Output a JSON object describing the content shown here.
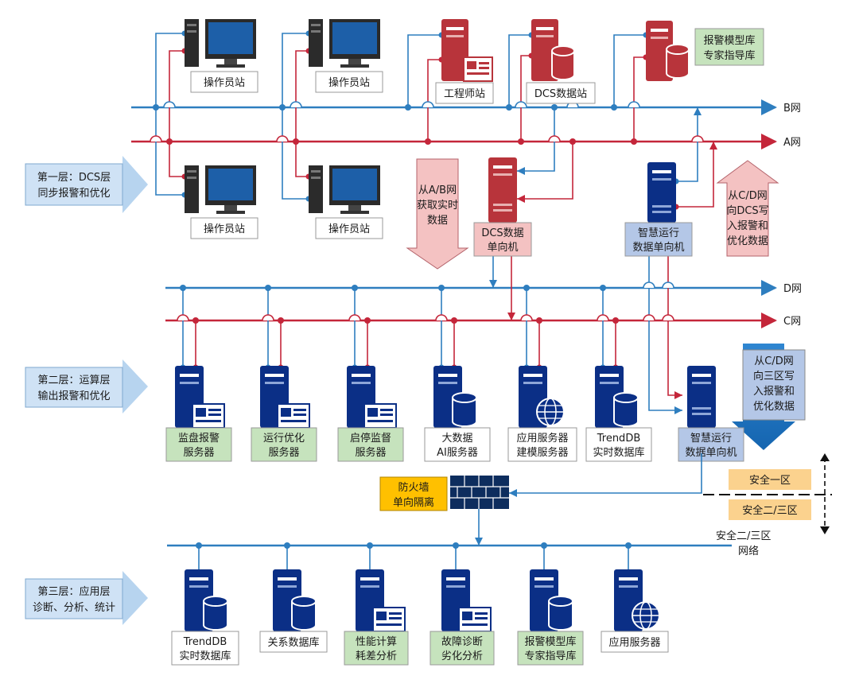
{
  "colors": {
    "b_net": "#2e7ebf",
    "a_net": "#c4263a",
    "server_dark": "#0b2f86",
    "server_red": "#b8343b",
    "label_green_bg": "#c6e3bd",
    "label_blue_bg": "#b4c7e7",
    "label_pink_bg": "#f4c2c2",
    "label_gold_bg": "#ffc000",
    "zone_bg": "#fbd28e",
    "layer_bg": "#b7d4ef"
  },
  "networks": {
    "b": "B网",
    "a": "A网",
    "d": "D网",
    "c": "C网",
    "safety_net_line1": "安全二/三区",
    "safety_net_line2": "网络"
  },
  "layers": {
    "layer1": {
      "line1": "第一层：DCS层",
      "line2": "同步报警和优化"
    },
    "layer2": {
      "line1": "第二层：运算层",
      "line2": "输出报警和优化"
    },
    "layer3": {
      "line1": "第三层：应用层",
      "line2": "诊断、分析、统计"
    }
  },
  "top": {
    "operator_station": "操作员站",
    "engineer_station": "工程师站",
    "dcs_data_station": "DCS数据站",
    "alarm_lib_line1": "报警模型库",
    "alarm_lib_line2": "专家指导库",
    "dcs_oneway_line1": "DCS数据",
    "dcs_oneway_line2": "单向机",
    "smart_oneway_line1": "智慧运行",
    "smart_oneway_line2": "数据单向机"
  },
  "arrows": {
    "from_ab": [
      "从A/B网",
      "获取实时",
      "数据"
    ],
    "from_cd_to_dcs": [
      "从C/D网",
      "向DCS写",
      "入报警和",
      "优化数据"
    ],
    "from_cd_to_zone3": [
      "从C/D网",
      "向三区写",
      "入报警和",
      "优化数据"
    ]
  },
  "layer2_servers": [
    {
      "line1": "监盘报警",
      "line2": "服务器"
    },
    {
      "line1": "运行优化",
      "line2": "服务器"
    },
    {
      "line1": "启停监督",
      "line2": "服务器"
    },
    {
      "line1": "大数据",
      "line2": "AI服务器"
    },
    {
      "line1": "应用服务器",
      "line2": "建模服务器"
    },
    {
      "line1": "TrendDB",
      "line2": "实时数据库"
    },
    {
      "line1": "智慧运行",
      "line2": "数据单向机"
    }
  ],
  "firewall": {
    "line1": "防火墙",
    "line2": "单向隔离"
  },
  "zones": {
    "zone1": "安全一区",
    "zone23": "安全二/三区"
  },
  "layer3_servers": [
    {
      "line1": "TrendDB",
      "line2": "实时数据库"
    },
    {
      "line1": "关系数据库",
      "line2": ""
    },
    {
      "line1": "性能计算",
      "line2": "耗差分析"
    },
    {
      "line1": "故障诊断",
      "line2": "劣化分析"
    },
    {
      "line1": "报警模型库",
      "line2": "专家指导库"
    },
    {
      "line1": "应用服务器",
      "line2": ""
    }
  ]
}
